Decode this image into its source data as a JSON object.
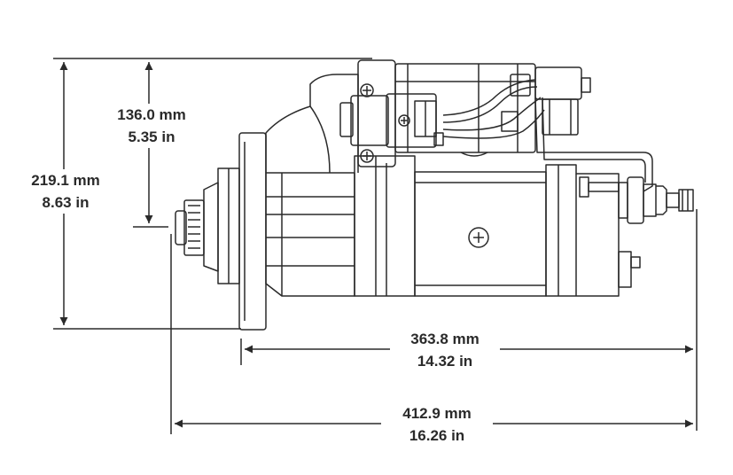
{
  "dimensions": {
    "height_total": {
      "metric": "219.1 mm",
      "imperial": "8.63 in"
    },
    "height_upper": {
      "metric": "136.0 mm",
      "imperial": "5.35 in"
    },
    "length_body": {
      "metric": "363.8 mm",
      "imperial": "14.32 in"
    },
    "length_total": {
      "metric": "412.9 mm",
      "imperial": "16.26 in"
    }
  },
  "colors": {
    "line": "#2a2a2a",
    "text": "#2a2a2a",
    "background": "#ffffff"
  }
}
